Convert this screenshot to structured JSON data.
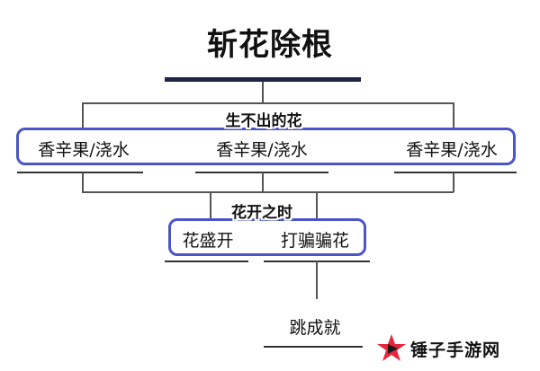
{
  "title": "斩花除根",
  "groups": [
    {
      "label": "生不出的花",
      "nodes": [
        "香辛果/浇水",
        "香辛果/浇水",
        "香辛果/浇水"
      ]
    },
    {
      "label": "花开之时",
      "nodes": [
        "花盛开",
        "打骗骗花"
      ]
    }
  ],
  "final_node": "跳成就",
  "watermark": {
    "text": "锤子手游网",
    "logo": "play-star-logo"
  },
  "colors": {
    "accent": "#4b55c7",
    "title_bar": "#1f2344",
    "watermark_red": "#e8253a"
  }
}
